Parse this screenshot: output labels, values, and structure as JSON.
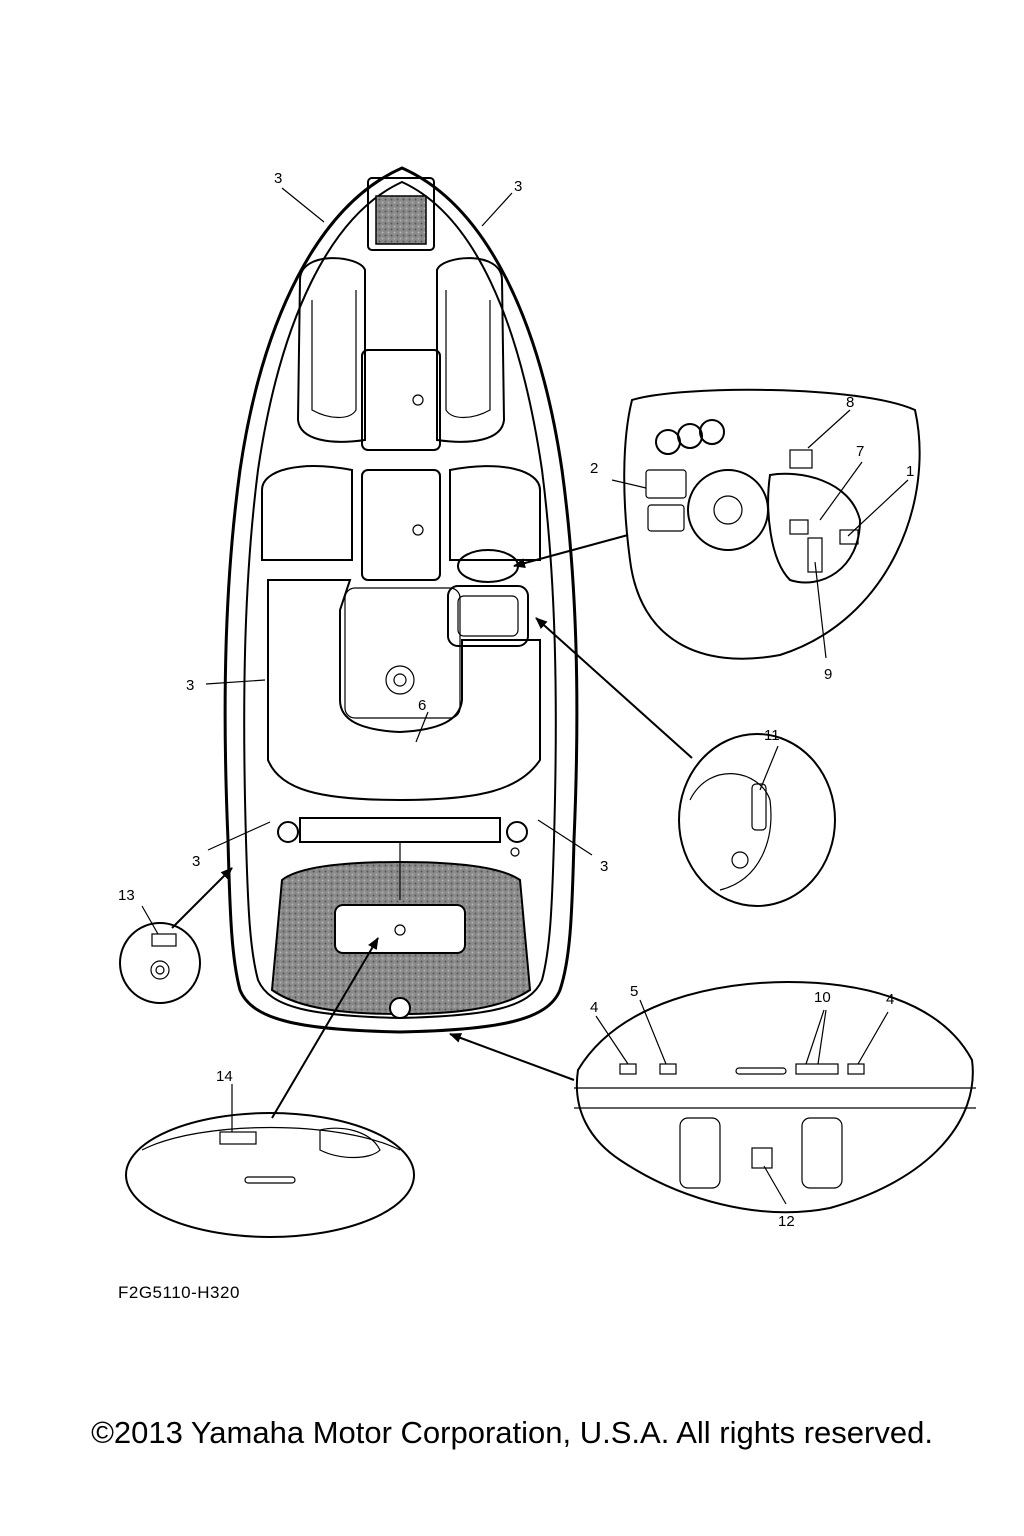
{
  "diagram": {
    "part_code": "F2G5110-H320",
    "copyright": "©2013 Yamaha Motor Corporation, U.S.A. All rights reserved.",
    "callouts": {
      "c1": "1",
      "c2": "2",
      "c3a": "3",
      "c3b": "3",
      "c3c": "3",
      "c3d": "3",
      "c3e": "3",
      "c4a": "4",
      "c4b": "4",
      "c5": "5",
      "c6": "6",
      "c7": "7",
      "c8": "8",
      "c9": "9",
      "c10": "10",
      "c11": "11",
      "c12": "12",
      "c13": "13",
      "c14": "14"
    }
  }
}
